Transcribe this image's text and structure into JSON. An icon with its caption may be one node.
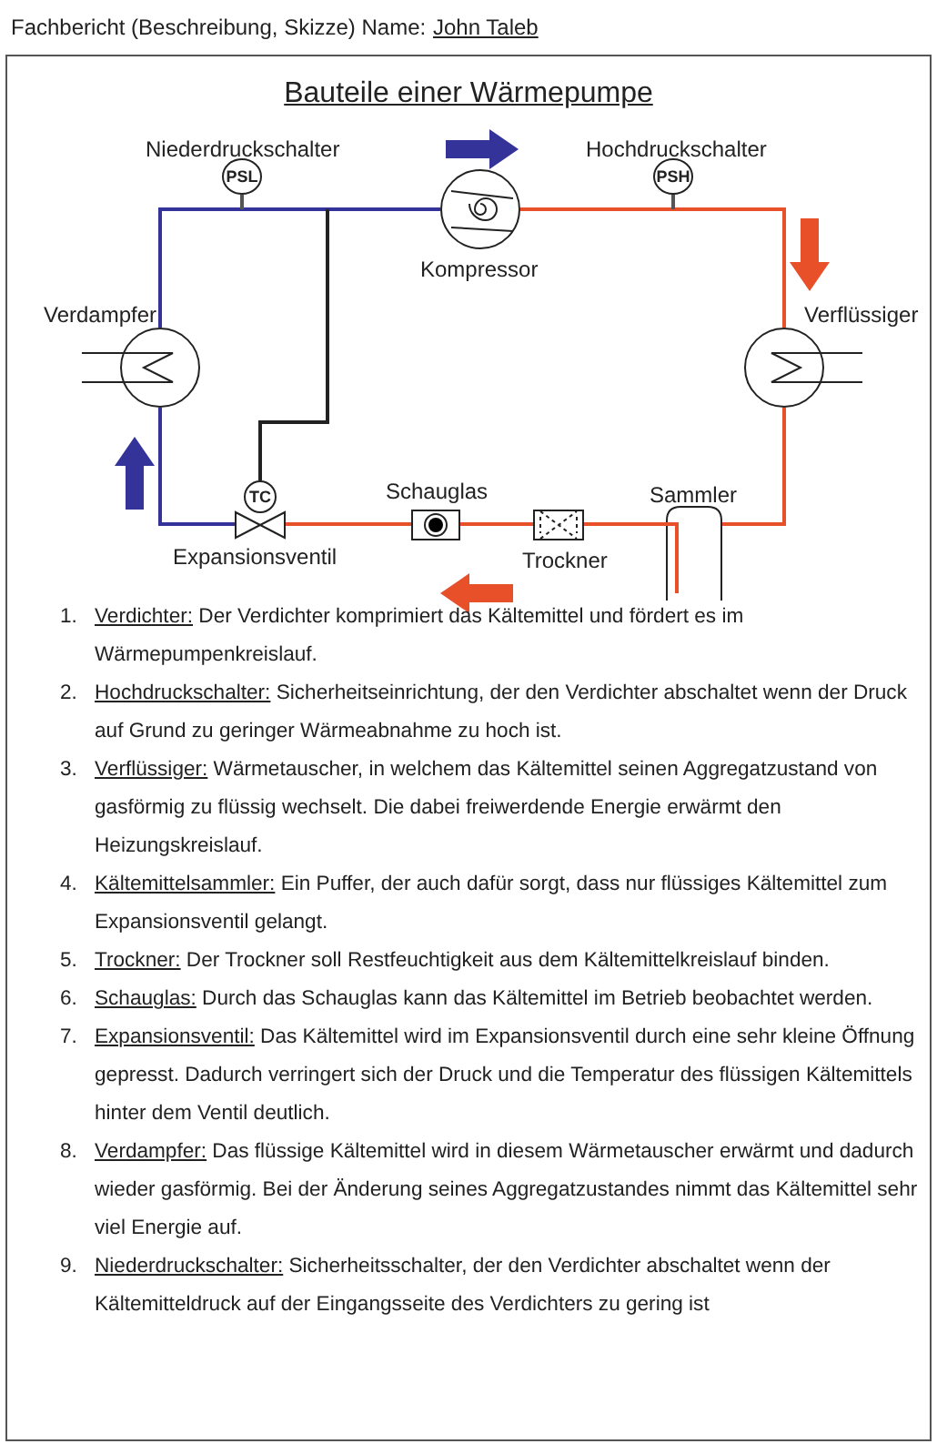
{
  "diagram": {
    "title": "Bauteile einer Wärmepumpe",
    "nodes": [
      {
        "text": [
          "PSL"
        ],
        "beside": [
          "Niederdruckschalter"
        ]
      },
      {
        "text": [],
        "shape": "circle",
        "beside": [
          "Kompressor"
        ]
      },
      {
        "text": [
          "PSH"
        ],
        "beside": [
          "Hochdruckschalter"
        ]
      },
      {
        "text": [],
        "shape": "circle",
        "beside": [
          "Verdampfer"
        ]
      },
      {
        "text": [],
        "shape": "circle",
        "beside": [
          "Verflüssiger"
        ]
      },
      {
        "text": [
          "TC"
        ]
      },
      {
        "text": [],
        "shape": "box",
        "beside": [
          "Schauglas"
        ]
      },
      {
        "text": [],
        "shape": "cylinder",
        "beside": [
          "Sammler"
        ]
      },
      {
        "text": [],
        "shape": "valve",
        "beside": [
          "Expansionsventil"
        ]
      },
      {
        "text": [],
        "shape": "box",
        "beside": [
          "Trockner"
        ]
      }
    ],
    "edges": [
      {
        "from": 3,
        "to": 1,
        "arrow": "none",
        "color": "#33339a"
      },
      {
        "from": 0,
        "to": null,
        "arrow": "none",
        "color": "#555555"
      },
      {
        "from": 1,
        "to": 4,
        "arrow": "none"
      },
      {
        "from": 2,
        "to": null,
        "arrow": "none",
        "color": "#555555"
      },
      {
        "from": 4,
        "to": 7,
        "arrow": "none"
      },
      {
        "from": 7,
        "to": 9,
        "arrow": "none"
      },
      {
        "from": 9,
        "to": 6,
        "arrow": "none"
      },
      {
        "from": 6,
        "to": 8,
        "arrow": "none"
      },
      {
        "from": 8,
        "to": 3,
        "arrow": "none",
        "color": "#33339a"
      },
      {
        "from": 5,
        "to": null,
        "arrow": "none",
        "color": "#222222"
      }
    ],
    "labels": [
      "Fachbericht (Beschreibung, Skizze) Name:",
      "John Taleb",
      "1. Verdichter: Der Verdichter komprimiert das Kältemittel und fördert es im Wärmepumpenkreislauf.",
      "2. Hochdruckschalter: Sicherheitseinrichtung, der den Verdichter abschaltet wenn der Druck auf Grund zu geringer Wärmeabnahme zu hoch ist.",
      "3. Verflüssiger: Wärmetauscher, in welchem das Kältemittel seinen Aggregatzustand von gasförmig zu flüssig wechselt. Die dabei freiwerdende Energie erwärmt den Heizungskreislauf.",
      "4. Kältemittelsammler: Ein Puffer, der auch dafür sorgt, dass nur flüssiges Kältemittel zum Expansionsventil gelangt.",
      "5. Trockner: Der Trockner soll Restfeuchtigkeit aus dem Kältemittelkreislauf binden.",
      "6. Schauglas: Durch das Schauglas kann das Kältemittel im Betrieb beobachtet werden.",
      "7. Expansionsventil: Das Kältemittel wird im Expansionsventil durch eine sehr kleine Öffnung gepresst. Dadurch verringert sich der Druck und die Temperatur des flüssigen Kältemittels hinter dem Ventil deutlich.",
      "8. Verdampfer: Das flüssige Kältemittel wird in diesem Wärmetauscher erwärmt und dadurch wieder gasförmig. Bei der Änderung seines Aggregatzustandes nimmt das Kältemittel sehr viel Energie auf.",
      "9. Niederdruckschalter: Sicherheitsschalter, der den Verdichter abschaltet wenn der Kältemitteldruck auf der Eingangsseite des Verdichters zu gering ist"
    ]
  }
}
